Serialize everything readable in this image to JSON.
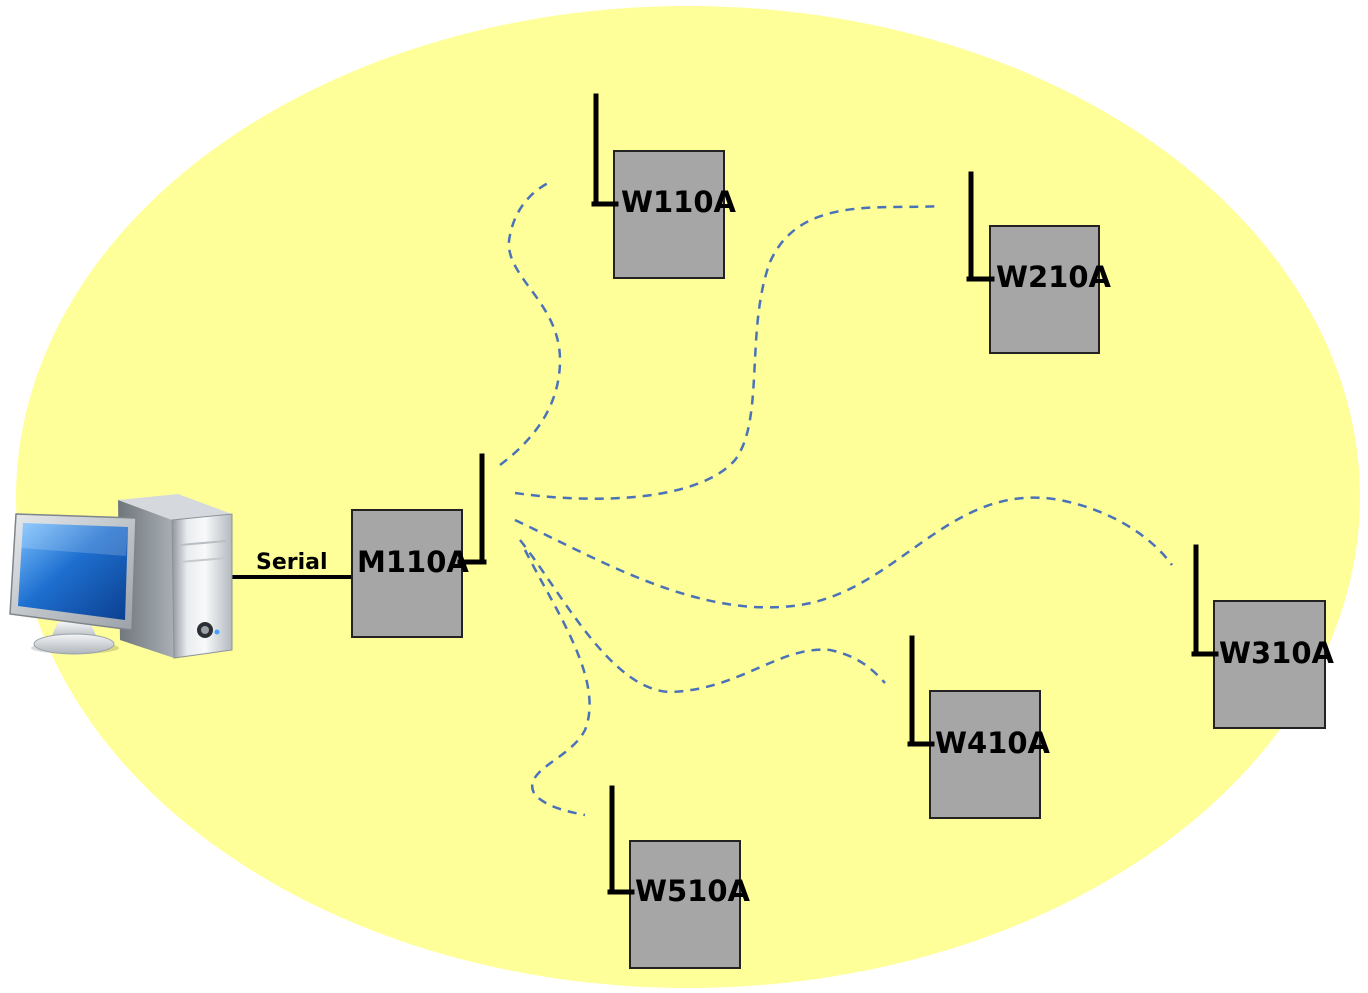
{
  "colors": {
    "zone_fill": "#ffff99",
    "device_fill": "#a6a6a6",
    "device_stroke": "#222222",
    "antenna": "#000000",
    "wireless_link": "#4a72b8",
    "serial_link": "#000000"
  },
  "computer": {
    "icon": "desktop-computer-icon"
  },
  "serial_link": {
    "label": "Serial"
  },
  "master": {
    "id": "m110a",
    "label": "M110A"
  },
  "wireless_nodes": [
    {
      "id": "w110a",
      "label": "W110A"
    },
    {
      "id": "w210a",
      "label": "W210A"
    },
    {
      "id": "w310a",
      "label": "W310A"
    },
    {
      "id": "w410a",
      "label": "W410A"
    },
    {
      "id": "w510a",
      "label": "W510A"
    }
  ]
}
